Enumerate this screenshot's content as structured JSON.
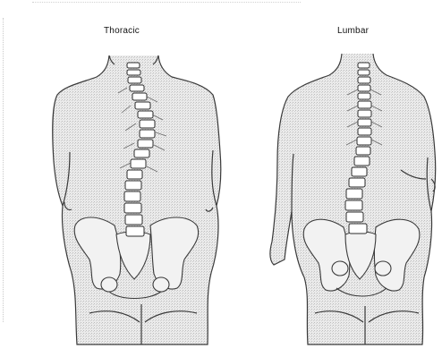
{
  "figure": {
    "panels": [
      {
        "id": "thoracic",
        "label": "Thoracic"
      },
      {
        "id": "lumbar",
        "label": "Lumbar"
      }
    ]
  },
  "colors": {
    "line": "#3a3a3a",
    "shade": "#d9d9d9",
    "bone": "#efefef"
  }
}
